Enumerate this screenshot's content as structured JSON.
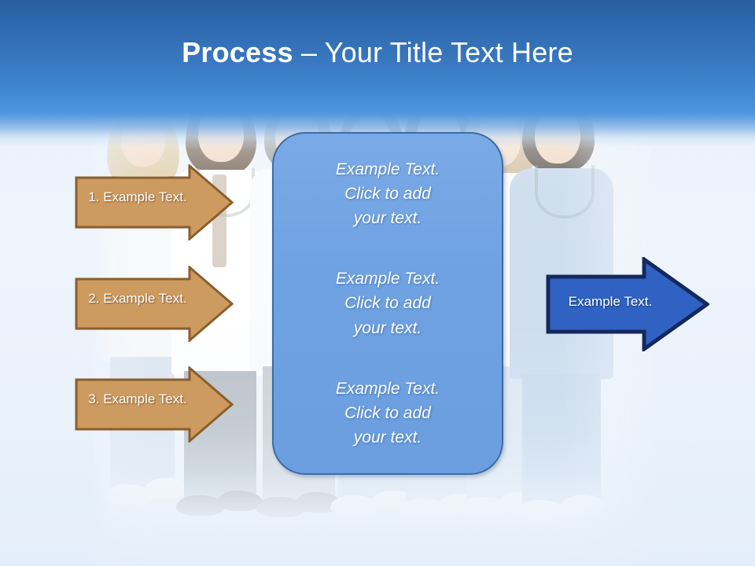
{
  "slide": {
    "title_strong": "Process",
    "title_separator": " – ",
    "title_rest": "Your Title Text Here",
    "background": {
      "banner_top_color": "#2a5fa2",
      "banner_bottom_color": "#4f97dd",
      "body_color": "#eaf1fb"
    }
  },
  "steps": [
    {
      "label": "1.  Example Text.",
      "fill": "#cd9a5f",
      "stroke": "#8a5e2c"
    },
    {
      "label": "2.  Example Text.",
      "fill": "#cd9a5f",
      "stroke": "#8a5e2c"
    },
    {
      "label": "3.  Example Text.",
      "fill": "#cd9a5f",
      "stroke": "#8a5e2c"
    }
  ],
  "center_box": {
    "fill": "#6fa2e2",
    "stroke": "#3d6ba5",
    "paragraphs": [
      "Example Text.\nClick  to add\nyour text.",
      "Example Text.\nClick  to add\nyour text.",
      "Example Text.\nClick  to add\nyour text."
    ]
  },
  "result_arrow": {
    "label": "Example Text.",
    "fill": "#2f62c2",
    "stroke": "#15285e"
  },
  "photo": {
    "alt_name": "medical-team-photo"
  }
}
